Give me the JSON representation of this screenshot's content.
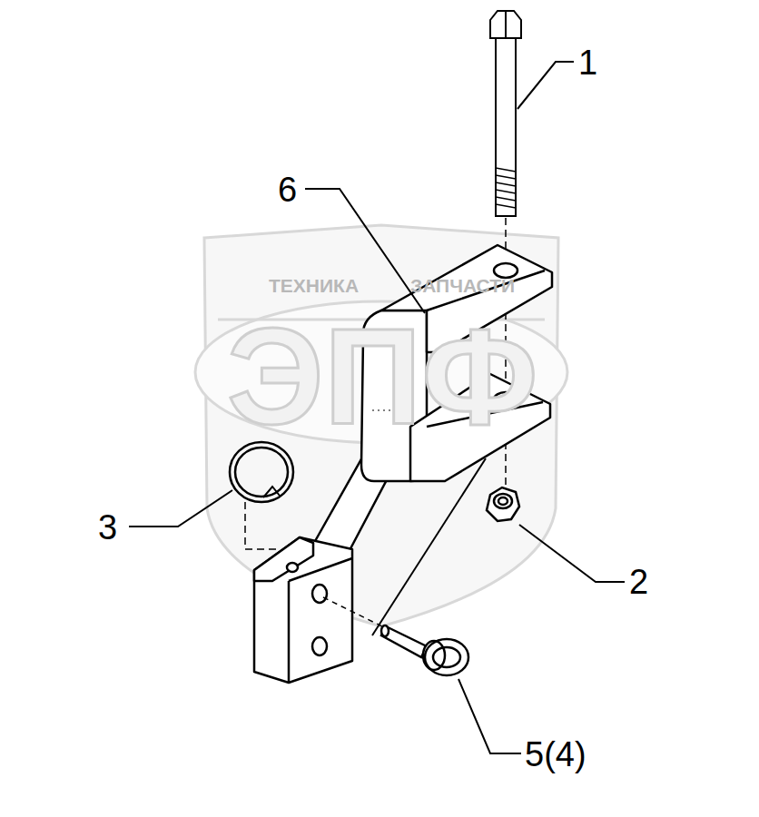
{
  "diagram": {
    "labels": [
      "1",
      "6",
      "ТЕХНИКА",
      "ЗАПЧАСТИ",
      "ЭПФ",
      "3",
      "2",
      "5(4)"
    ]
  }
}
